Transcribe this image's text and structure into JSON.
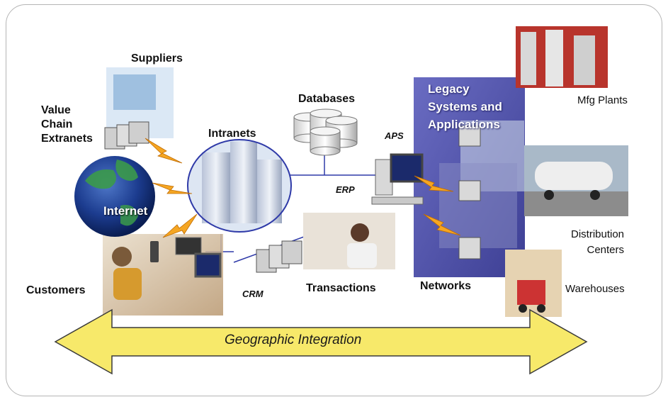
{
  "labels": {
    "suppliers": "Suppliers",
    "value_chain_line1": "Value",
    "value_chain_line2": "Chain",
    "value_chain_line3": "Extranets",
    "intranets": "Intranets",
    "databases": "Databases",
    "internet": "Internet",
    "customers": "Customers",
    "crm": "CRM",
    "transactions": "Transactions",
    "erp": "ERP",
    "aps": "APS",
    "networks": "Networks",
    "legacy_line1": "Legacy",
    "legacy_line2": "Systems and",
    "legacy_line3": "Applications",
    "mfg_plants": "Mfg Plants",
    "distribution_line1": "Distribution",
    "distribution_line2": "Centers",
    "warehouses": "Warehouses",
    "geographic_integration": "Geographic Integration"
  },
  "colors": {
    "arrow_fill": "#f7e96a",
    "arrow_stroke": "#3a3a3a",
    "legacy_panel": "#5a5cb0",
    "ellipse_stroke": "#2f3aa8",
    "lightning": "#f5a623",
    "connector": "#2f3aa8"
  }
}
